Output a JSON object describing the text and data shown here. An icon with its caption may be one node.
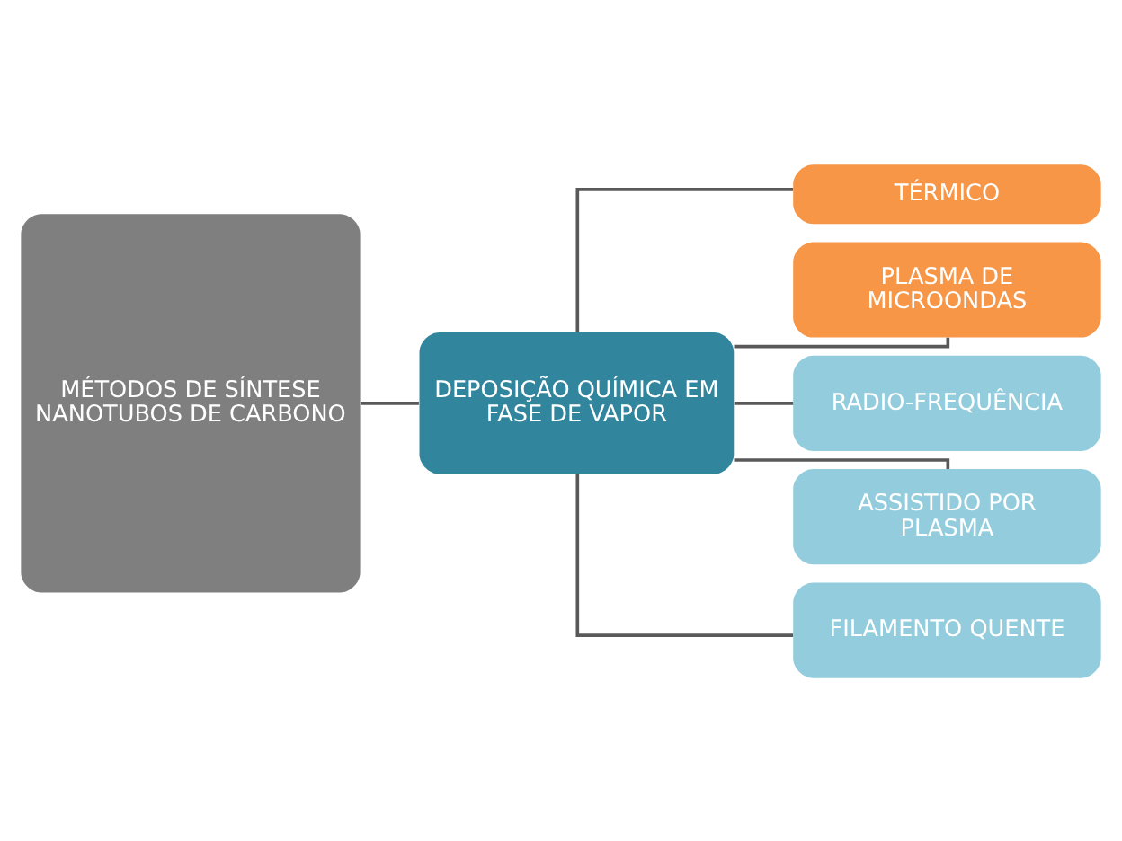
{
  "diagram": {
    "nodes": [
      {
        "text": [
          "MÉTODOS DE SÍNTESE NANOTUBOS DE CARBONO"
        ]
      },
      {
        "text": [
          "DEPOSIÇÃO QUÍMICA EM FASE DE VAPOR"
        ]
      },
      {
        "text": [
          "TÉRMICO"
        ]
      },
      {
        "text": [
          "PLASMA DE MICROONDAS"
        ]
      },
      {
        "text": [
          "RADIO-FREQUÊNCIA"
        ]
      },
      {
        "text": [
          "ASSISTIDO POR PLASMA"
        ]
      },
      {
        "text": [
          "FILAMENTO QUENTE"
        ]
      }
    ],
    "edges": [
      {
        "from": 0,
        "to": 1,
        "arrow": "none"
      },
      {
        "from": 1,
        "to": 2,
        "arrow": "none"
      },
      {
        "from": 1,
        "to": 3,
        "arrow": "none"
      },
      {
        "from": 1,
        "to": 4,
        "arrow": "none"
      },
      {
        "from": 1,
        "to": 5,
        "arrow": "none"
      },
      {
        "from": 1,
        "to": 6,
        "arrow": "none"
      }
    ]
  }
}
